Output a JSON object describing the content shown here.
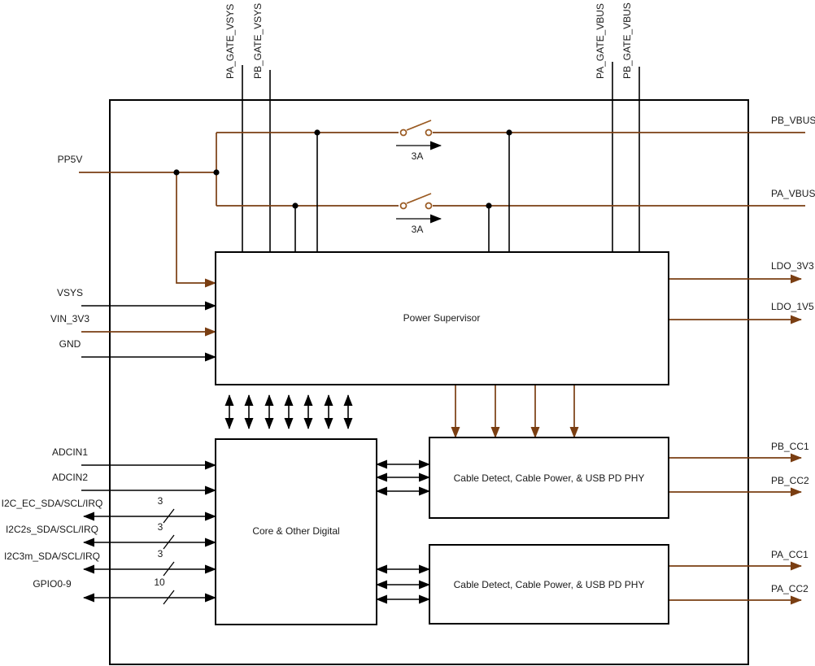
{
  "diagram": {
    "blocks": {
      "power_supervisor": "Power Supervisor",
      "core_digital": "Core & Other Digital",
      "cable_port_b": "Cable Detect, Cable Power, & USB PD PHY",
      "cable_port_a": "Cable Detect, Cable Power, & USB PD PHY"
    },
    "top_pins": {
      "pa_gate_vsys": "PA_GATE_VSYS",
      "pb_gate_vsys": "PB_GATE_VSYS",
      "pa_gate_vbus": "PA_GATE_VBUS",
      "pb_gate_vbus": "PB_GATE_VBUS"
    },
    "left_pins": {
      "pp5v": "PP5V",
      "vsys": "VSYS",
      "vin_3v3": "VIN_3V3",
      "gnd": "GND",
      "adcin1": "ADCIN1",
      "adcin2": "ADCIN2",
      "i2c_ec": "I2C_EC_SDA/SCL/IRQ",
      "i2c2s": "I2C2s_SDA/SCL/IRQ",
      "i2c3m": "I2C3m_SDA/SCL/IRQ",
      "gpio": "GPIO0-9"
    },
    "right_pins": {
      "pb_vbus": "PB_VBUS",
      "pa_vbus": "PA_VBUS",
      "ldo_3v3": "LDO_3V3",
      "ldo_1v5": "LDO_1V5",
      "pb_cc1": "PB_CC1",
      "pb_cc2": "PB_CC2",
      "pa_cc1": "PA_CC1",
      "pa_cc2": "PA_CC2"
    },
    "bus_widths": {
      "i2c_ec": "3",
      "i2c2s": "3",
      "i2c3m": "3",
      "gpio": "10"
    },
    "switches": {
      "port_b_limit": "3A",
      "port_a_limit": "3A"
    },
    "colors": {
      "power_rail": "#7A3E12",
      "signal": "#000000",
      "block_border": "#000000",
      "background": "#FFFFFF"
    }
  }
}
